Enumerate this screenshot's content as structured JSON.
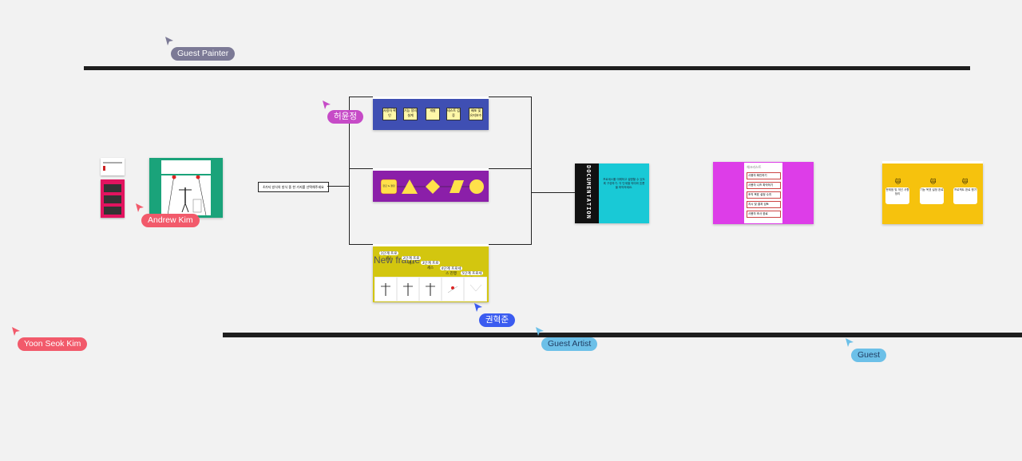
{
  "canvas": {
    "background": "#f2f2f2"
  },
  "cursors": [
    {
      "name": "Guest Painter",
      "color": "#7c7a96",
      "text_color": "#ffffff"
    },
    {
      "name": "허윤정",
      "color": "#c64bc7",
      "text_color": "#ffffff"
    },
    {
      "name": "Andrew Kim",
      "color": "#f25a6b",
      "text_color": "#ffffff"
    },
    {
      "name": "권혁준",
      "color": "#3b5cf0",
      "text_color": "#ffffff"
    },
    {
      "name": "Yoon Seok Kim",
      "color": "#f25a6b",
      "text_color": "#ffffff"
    },
    {
      "name": "Guest Artist",
      "color": "#6cc0e8",
      "text_color": "#1e3a5f"
    },
    {
      "name": "Guest",
      "color": "#6cc0e8",
      "text_color": "#1e3a5f"
    }
  ],
  "board": {
    "question_label": "4가지 방식의 방식 중 한 가지를 선택해주세요",
    "center_frame": {
      "title": "New frame",
      "blue_notes": [
        "사용자 확인",
        "기능 정의 설계",
        "개발",
        "테스트 검증",
        "배포 및 유지보수"
      ],
      "purple_decision": "판단 & 결정",
      "yellow_steps": [
        "1단계 프로세스",
        "2단계 프로세스",
        "3단계 프로세스",
        "4단계 프로세스 진행",
        "5단계 프로세스"
      ]
    },
    "vertical_text": "DOCUMENTATION",
    "cyan_note": "프로세스를 이해하고 설명할 수 있도록 구성하기. 각 단계별 의미와 흐름을 파악하세요.",
    "magenta_panel_title": "체크리스트",
    "magenta_items": [
      "사용자 확인하기",
      "사용자 니즈 파악하기",
      "조직 목표 설정 수치",
      "지시 및 결과 검토",
      "사용자 조사 완료"
    ],
    "yellow_panel_notes": [
      "문제점 및 개선 사항 정리",
      "기능 목표 설정 완료",
      "프로젝트 완료 평가"
    ],
    "colors": {
      "teal": "#1aa37a",
      "blue": "#3f4fb3",
      "purple": "#8b1fa9",
      "olive": "#d3c60f",
      "cyan": "#19c9d6",
      "magenta": "#dd3de8",
      "gold": "#f6c20d",
      "pink": "#e2145f"
    }
  }
}
